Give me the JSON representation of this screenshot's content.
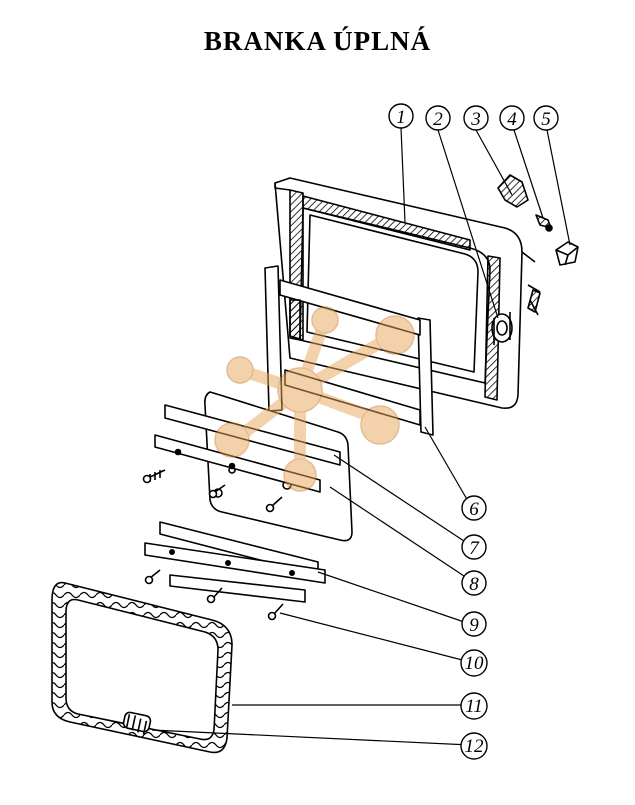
{
  "title": "BRANKA ÚPLNÁ",
  "parts": [
    {
      "number": "1"
    },
    {
      "number": "2"
    },
    {
      "number": "3"
    },
    {
      "number": "4"
    },
    {
      "number": "5"
    },
    {
      "number": "6"
    },
    {
      "number": "7"
    },
    {
      "number": "8"
    },
    {
      "number": "9"
    },
    {
      "number": "10"
    },
    {
      "number": "11"
    },
    {
      "number": "12"
    }
  ],
  "colors": {
    "ink": "#000000",
    "watermark": "#e9a55a",
    "paper": "#ffffff"
  },
  "watermark": {
    "icon": "molecule-logo-watermark"
  }
}
